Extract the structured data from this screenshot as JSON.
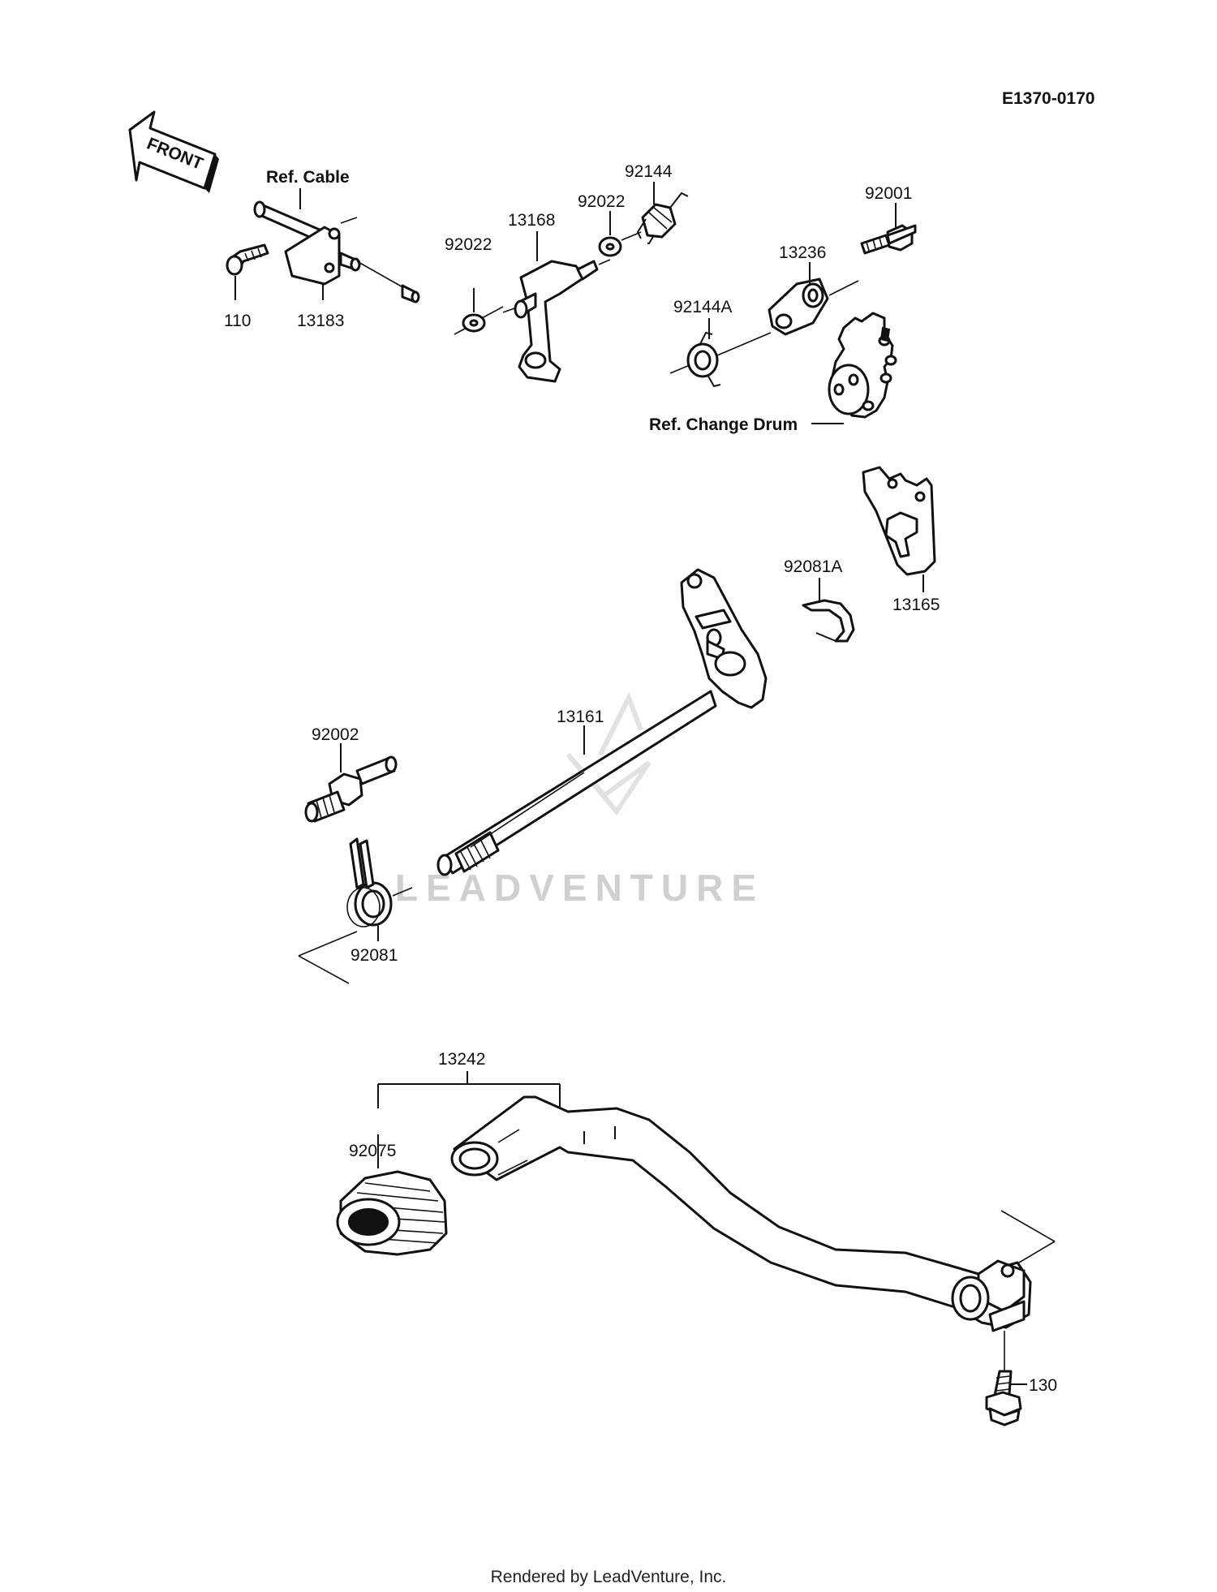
{
  "diagram": {
    "code": "E1370-0170",
    "front_arrow": "FRONT",
    "refs": {
      "cable": "Ref. Cable",
      "change_drum": "Ref. Change Drum"
    },
    "part_numbers": {
      "p110": "110",
      "p13183": "13183",
      "p92022a": "92022",
      "p13168": "13168",
      "p92022b": "92022",
      "p92144": "92144",
      "p92144A": "92144A",
      "p13236": "13236",
      "p92001": "92001",
      "p13165": "13165",
      "p92081A": "92081A",
      "p13161": "13161",
      "p92002": "92002",
      "p92081": "92081",
      "p13242": "13242",
      "p92075": "92075",
      "p130": "130"
    },
    "watermark": "LEADVENTURE"
  },
  "footer": "Rendered by LeadVenture, Inc."
}
